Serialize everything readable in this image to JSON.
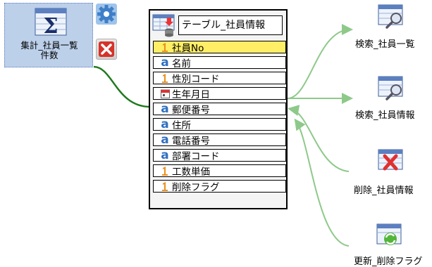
{
  "aggregate_node": {
    "label_line1": "集計_社員一覧",
    "label_line2": "件数"
  },
  "table_node": {
    "title": "テーブル_社員情報",
    "fields": [
      {
        "label": "社員No",
        "icon": "number-field-icon",
        "selected": true
      },
      {
        "label": "名前",
        "icon": "text-field-icon",
        "selected": false
      },
      {
        "label": "性別コード",
        "icon": "number-field-icon",
        "selected": false
      },
      {
        "label": "生年月日",
        "icon": "date-field-icon",
        "selected": false
      },
      {
        "label": "郵便番号",
        "icon": "text-field-icon",
        "selected": false
      },
      {
        "label": "住所",
        "icon": "text-field-icon",
        "selected": false
      },
      {
        "label": "電話番号",
        "icon": "text-field-icon",
        "selected": false
      },
      {
        "label": "部署コード",
        "icon": "text-field-icon",
        "selected": false
      },
      {
        "label": "工数単価",
        "icon": "number-field-icon",
        "selected": false
      },
      {
        "label": "削除フラグ",
        "icon": "number-field-icon",
        "selected": false
      }
    ]
  },
  "target_nodes": [
    {
      "label": "検索_社員一覧",
      "icon": "search-table-icon"
    },
    {
      "label": "検索_社員情報",
      "icon": "search-table-icon"
    },
    {
      "label": "削除_社員情報",
      "icon": "delete-table-icon"
    },
    {
      "label": "更新_削除フラグ",
      "icon": "update-table-icon"
    }
  ],
  "colors": {
    "aggregate_link": "#1e7a1e",
    "target_link": "#8ec98a",
    "selected_row": "#ffee66",
    "aggregate_bg": "#bcd0ea"
  }
}
